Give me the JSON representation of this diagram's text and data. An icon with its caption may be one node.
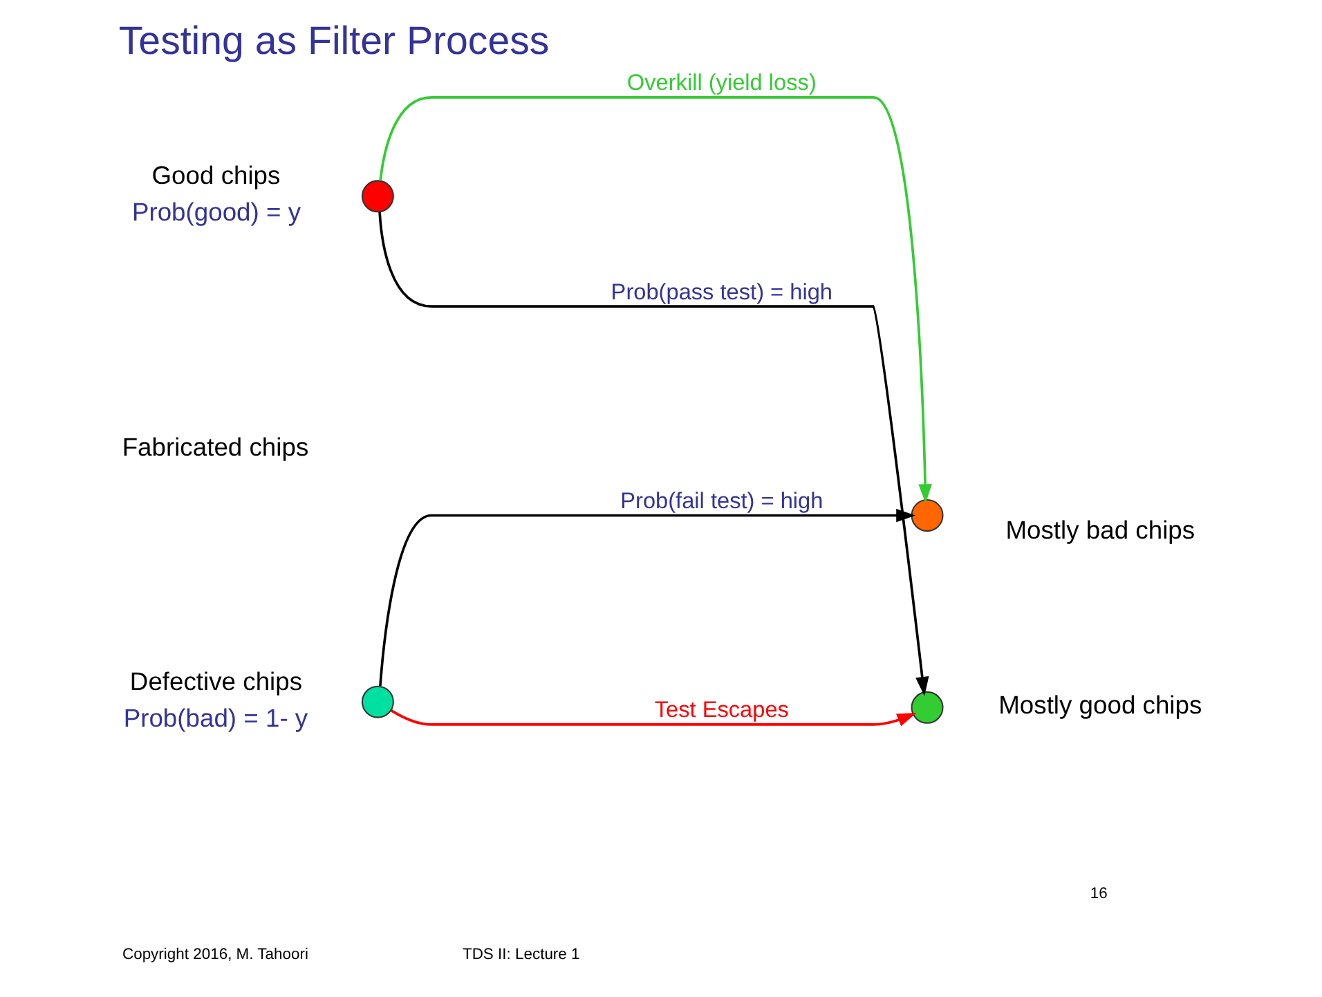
{
  "diagram": {
    "title": "Testing as Filter Process",
    "nodes": [
      {
        "text": [],
        "shape": "circle",
        "beside": [
          "Good chips",
          "Prob(good) = y"
        ]
      },
      {
        "text": [],
        "shape": "circle",
        "beside": [
          "Mostly good chips"
        ]
      },
      {
        "text": [],
        "shape": "circle",
        "beside": [
          "Defective chips",
          "Prob(bad) = 1- y"
        ]
      },
      {
        "text": [],
        "shape": "circle",
        "beside": [
          "Mostly bad chips"
        ]
      }
    ],
    "edges": [
      {
        "from": 0,
        "to": 1,
        "arrow": "to",
        "label": "Prob(pass test) = high"
      },
      {
        "from": 0,
        "to": 3,
        "arrow": "to",
        "label": "Overkill (yield loss)",
        "color": "#33cc33"
      },
      {
        "from": 2,
        "to": 1,
        "arrow": "to",
        "label": "Test Escapes",
        "color": "#ff0000"
      },
      {
        "from": 2,
        "to": 3,
        "arrow": "to",
        "label": "Prob(fail test) = high"
      }
    ],
    "labels": [
      "Fabricated chips",
      "Copyright 2016, M. Tahoori",
      "TDS II: Lecture 1",
      "16"
    ]
  }
}
